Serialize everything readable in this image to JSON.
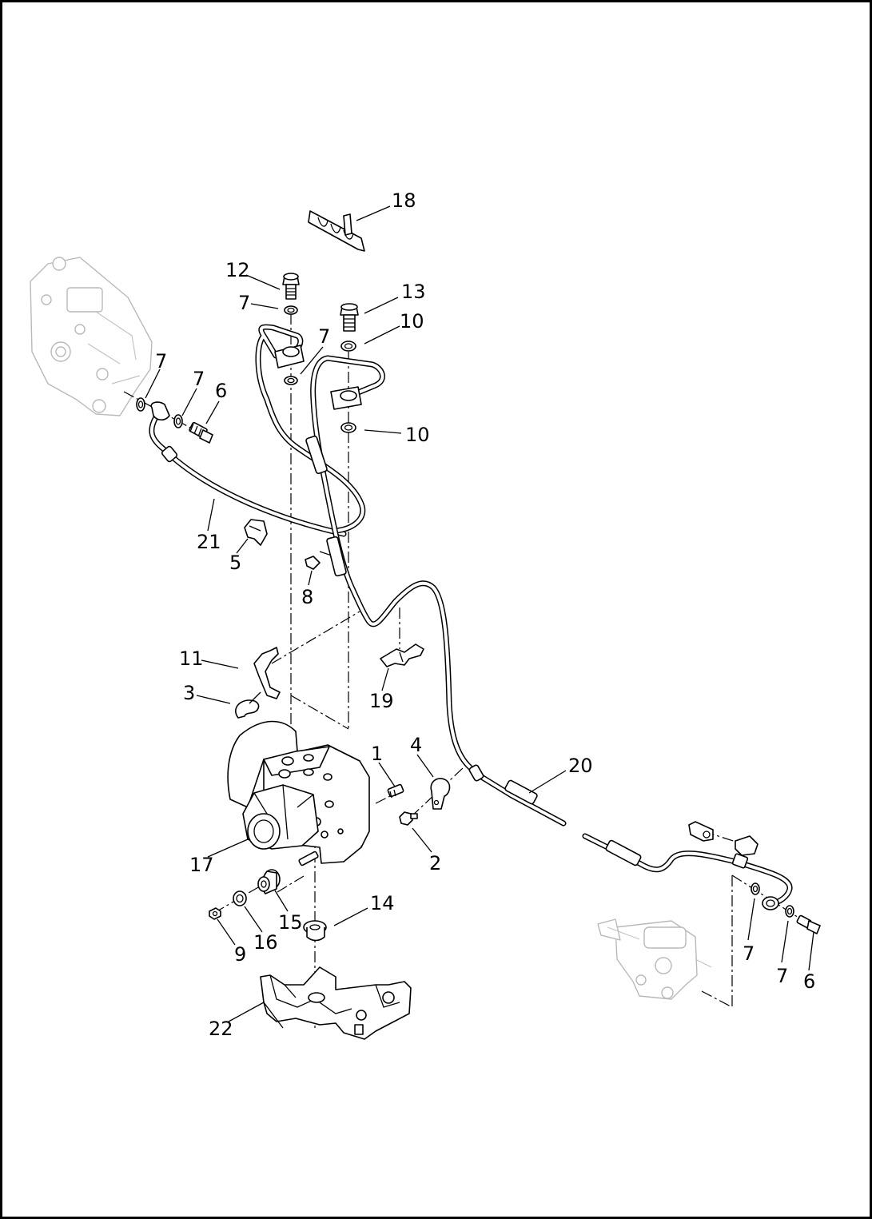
{
  "diagram": {
    "callouts": [
      {
        "id": "c-18",
        "label": "18"
      },
      {
        "id": "c-12",
        "label": "12"
      },
      {
        "id": "c-13",
        "label": "13"
      },
      {
        "id": "c-7a",
        "label": "7"
      },
      {
        "id": "c-7b",
        "label": "7"
      },
      {
        "id": "c-10a",
        "label": "10"
      },
      {
        "id": "c-10b",
        "label": "10"
      },
      {
        "id": "c-7c",
        "label": "7"
      },
      {
        "id": "c-7d",
        "label": "7"
      },
      {
        "id": "c-6a",
        "label": "6"
      },
      {
        "id": "c-21",
        "label": "21"
      },
      {
        "id": "c-5",
        "label": "5"
      },
      {
        "id": "c-8",
        "label": "8"
      },
      {
        "id": "c-11",
        "label": "11"
      },
      {
        "id": "c-3",
        "label": "3"
      },
      {
        "id": "c-19",
        "label": "19"
      },
      {
        "id": "c-1",
        "label": "1"
      },
      {
        "id": "c-4",
        "label": "4"
      },
      {
        "id": "c-20",
        "label": "20"
      },
      {
        "id": "c-2",
        "label": "2"
      },
      {
        "id": "c-17",
        "label": "17"
      },
      {
        "id": "c-14",
        "label": "14"
      },
      {
        "id": "c-15",
        "label": "15"
      },
      {
        "id": "c-16",
        "label": "16"
      },
      {
        "id": "c-9",
        "label": "9"
      },
      {
        "id": "c-22",
        "label": "22"
      },
      {
        "id": "c-7e",
        "label": "7"
      },
      {
        "id": "c-7f",
        "label": "7"
      },
      {
        "id": "c-6b",
        "label": "6"
      }
    ]
  }
}
